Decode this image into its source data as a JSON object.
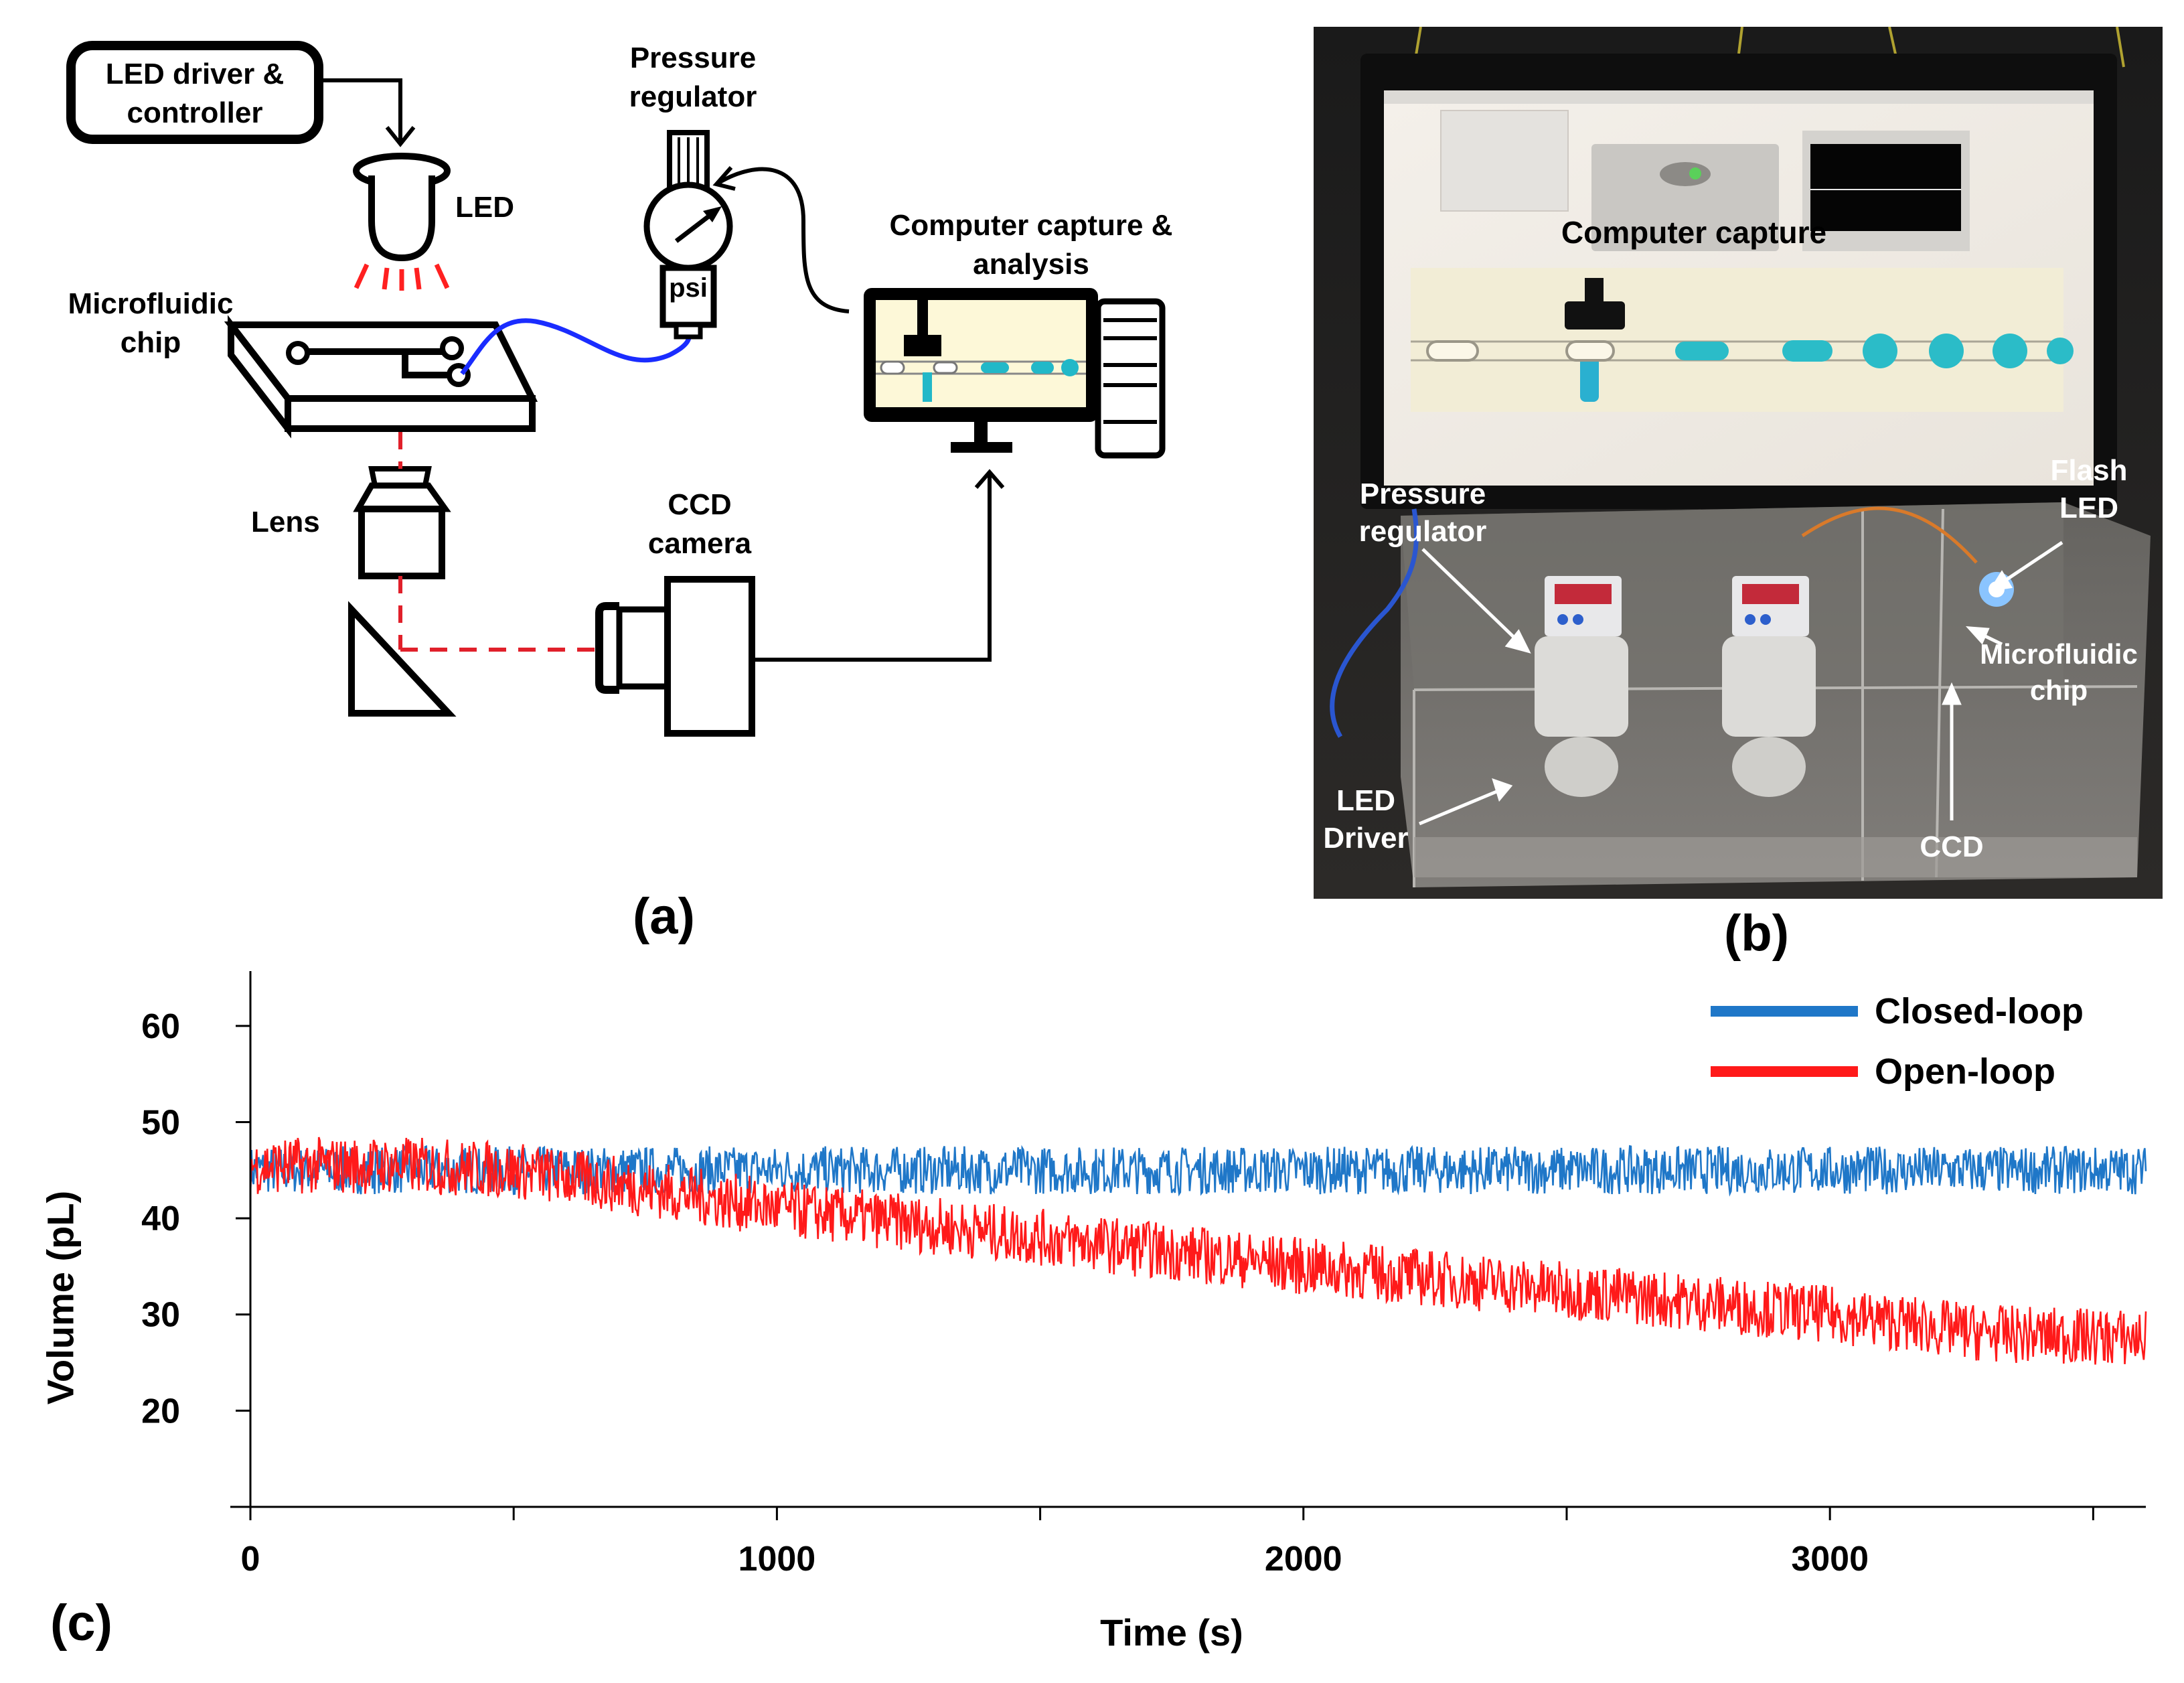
{
  "panel_a": {
    "label": "(a)",
    "led_driver": "LED driver &\ncontroller",
    "led": "LED",
    "pressure_regulator": "Pressure\nregulator",
    "psi": "psi",
    "microfluidic_chip": "Microfluidic\nchip",
    "computer": "Computer capture &\nanalysis",
    "lens": "Lens",
    "ccd_camera": "CCD\ncamera"
  },
  "panel_b": {
    "label": "(b)",
    "computer_capture": "Computer capture",
    "pressure_regulator": "Pressure\nregulator",
    "flash_led": "Flash\nLED",
    "microfluidic_chip": "Microfluidic\nchip",
    "led_driver": "LED\nDriver",
    "ccd": "CCD"
  },
  "panel_c": {
    "label": "(c)"
  },
  "colors": {
    "closed_loop": "#1f77c8",
    "open_loop": "#ff1a1a",
    "channel_blue": "#1a2cff",
    "beam_red": "#e0202a",
    "droplet": "#22b8c8"
  },
  "chart_data": {
    "type": "line",
    "xlabel": "Time (s)",
    "ylabel": "Volume (pL)",
    "xlim": [
      0,
      3600
    ],
    "ylim": [
      10,
      65
    ],
    "xticks": [
      0,
      1000,
      2000,
      3000
    ],
    "xticks_minor": [
      500,
      1500,
      2500,
      3500
    ],
    "yticks": [
      20,
      30,
      40,
      50,
      60
    ],
    "legend_position": "top-right",
    "series": [
      {
        "name": "Closed-loop",
        "noise_band": 2.5,
        "x": [
          0,
          500,
          1000,
          1500,
          2000,
          2500,
          3000,
          3600
        ],
        "y": [
          45,
          45,
          45,
          45,
          45,
          45,
          45,
          45
        ]
      },
      {
        "name": "Open-loop",
        "noise_band": 3,
        "x": [
          0,
          300,
          500,
          700,
          1000,
          1500,
          2000,
          2500,
          3000,
          3300,
          3600
        ],
        "y": [
          45.5,
          45.5,
          45,
          43.5,
          41,
          38,
          35,
          32.5,
          30,
          28,
          27.5
        ]
      }
    ]
  }
}
